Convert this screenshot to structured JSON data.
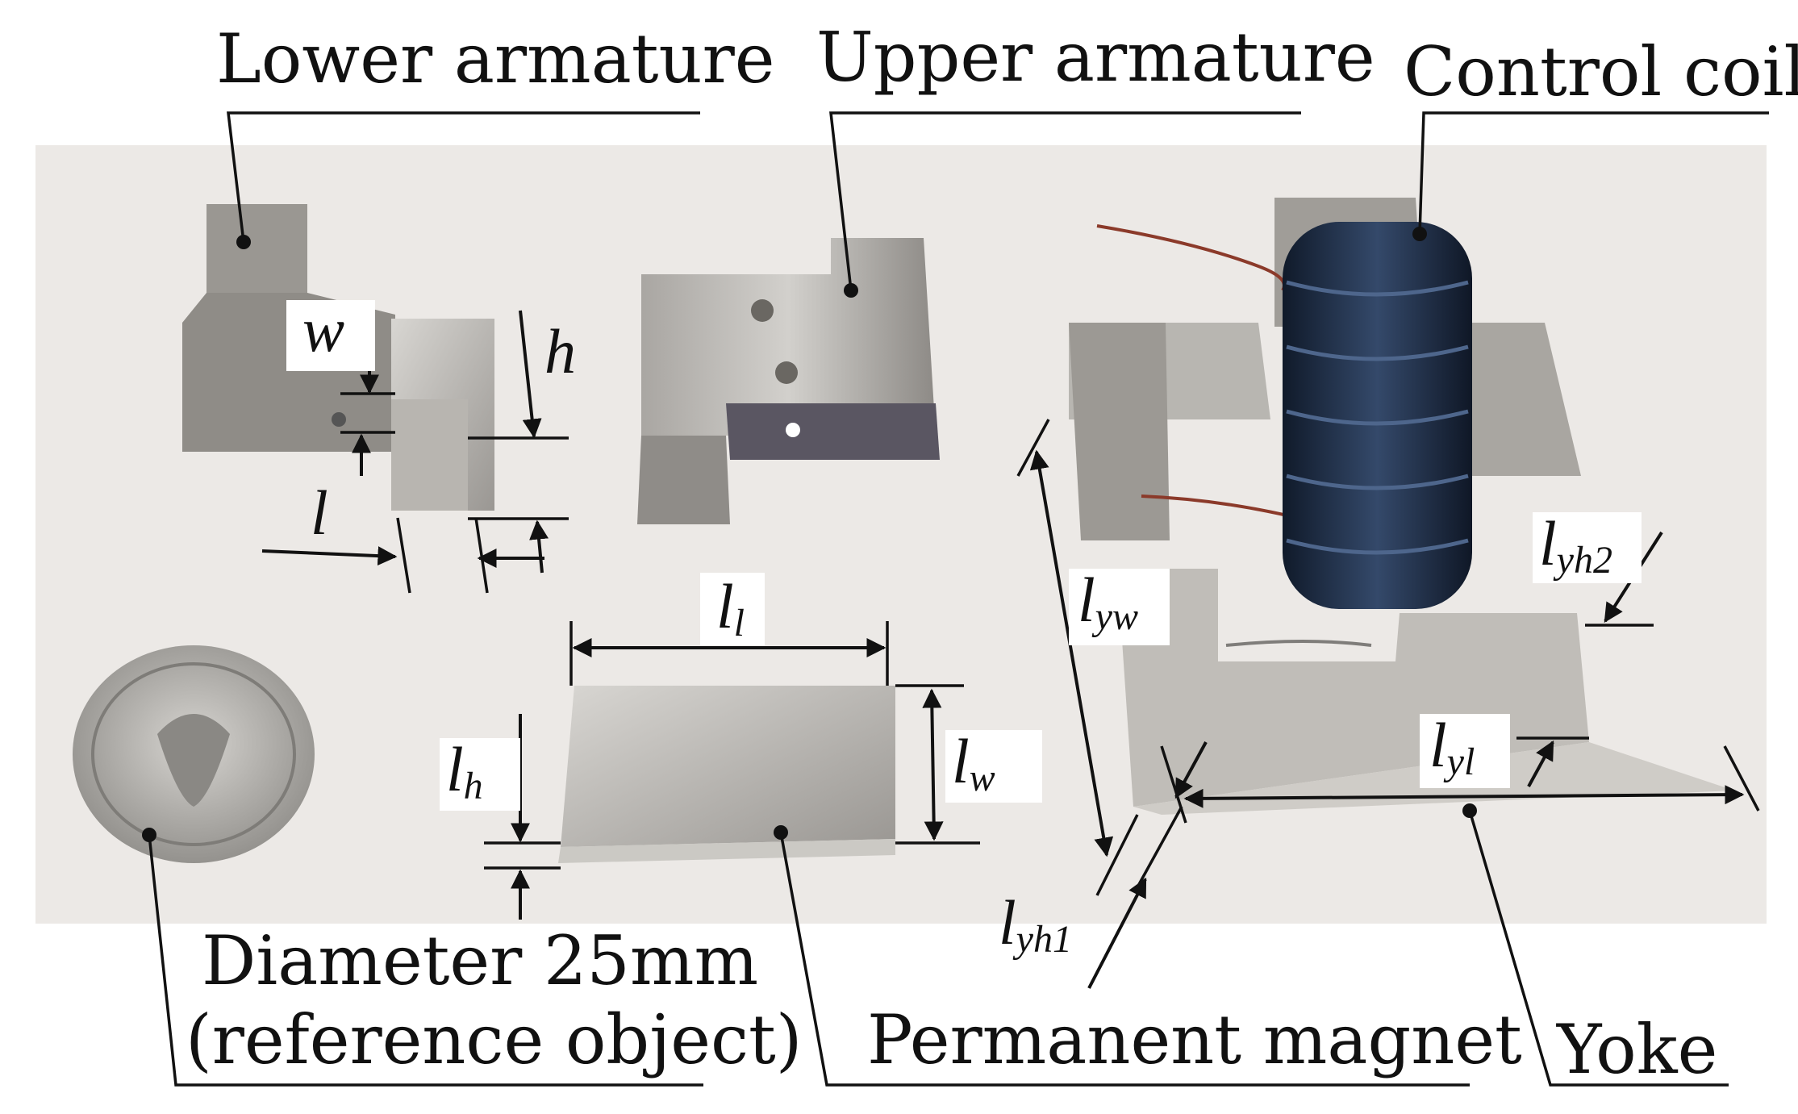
{
  "labels": {
    "lower_armature": "Lower armature",
    "upper_armature": "Upper armature",
    "control_coil": "Control coil",
    "diameter_line1": "Diameter 25mm",
    "diameter_line2": "(reference object)",
    "permanent_magnet": "Permanent magnet",
    "yoke": "Yoke"
  },
  "dimensions": {
    "w": "w",
    "h": "h",
    "l": "l",
    "l1_base": "l",
    "l1_sub": "l",
    "lh_base": "l",
    "lh_sub": "h",
    "lw_base": "l",
    "lw_sub": "w",
    "lyw_base": "l",
    "lyw_sub": "yw",
    "lyh2_base": "l",
    "lyh2_sub": "yh2",
    "lyl_base": "l",
    "lyl_sub": "yl",
    "lyh1_base": "l",
    "lyh1_sub": "yh1"
  },
  "colors": {
    "background": "#ece9e6",
    "metal_light": "#c9c7c3",
    "metal_dark": "#8f8c88",
    "coil": "#1f2e44",
    "coin": "#b8b6b2",
    "wire": "#8b3a2a"
  }
}
